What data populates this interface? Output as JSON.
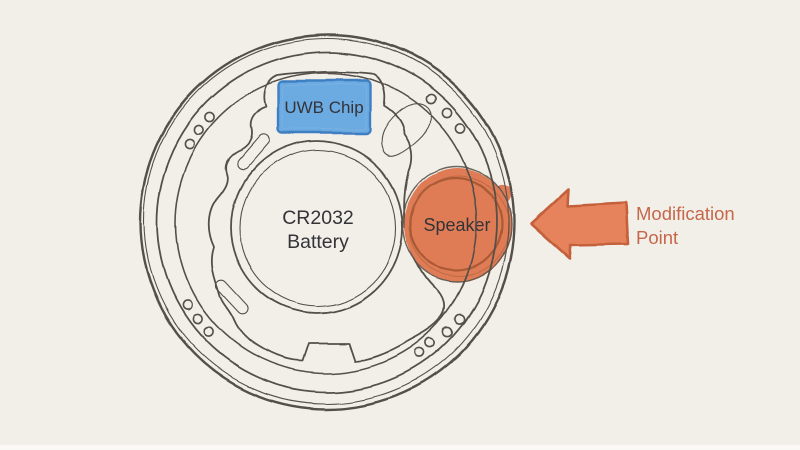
{
  "scene": {
    "background_color": "#f2efe9",
    "sketch_line_color": "#55504a",
    "description_visible_text_only": true
  },
  "device": {
    "chip": {
      "label": "UWB Chip",
      "fill": "#6cabe2",
      "border_color": "#3f7ec2"
    },
    "battery": {
      "label_line1": "CR2032",
      "label_line2": "Battery"
    },
    "speaker": {
      "label": "Speaker",
      "fill": "#df7c55",
      "ring_color": "#a85a36"
    }
  },
  "annotation": {
    "arrow_icon": "hand-drawn-left-arrow",
    "arrow_fill": "#e6835b",
    "arrow_border_color": "#c4613a",
    "label_line1": "Modification",
    "label_line2": "Point",
    "text_color": "#c5674b"
  }
}
